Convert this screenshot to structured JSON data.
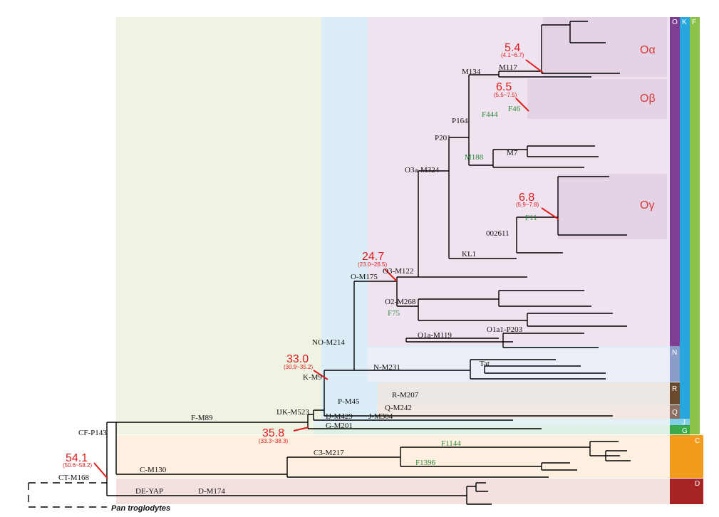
{
  "labels": {
    "cf_p143": "CF-P143",
    "ct_m168": "CT-M168",
    "f_m89": "F-M89",
    "c_m130": "C-M130",
    "c3_m217": "C3-M217",
    "de_yap": "DE-YAP",
    "d_m174": "D-M174",
    "ijk_m523": "IJK-M523",
    "ij_m429": "IJ-M429",
    "j_m304": "J-M304",
    "g_m201": "G-M201",
    "k_m9": "K-M9",
    "no_m214": "NO-M214",
    "p_m45": "P-M45",
    "r_m207": "R-M207",
    "q_m242": "Q-M242",
    "n_m231": "N-M231",
    "tat": "Tat",
    "o_m175": "O-M175",
    "o3_m122": "O3-M122",
    "o3a_m324": "O3a-M324",
    "p201": "P201",
    "p164": "P164",
    "m134": "M134",
    "m117": "M117",
    "m7": "M7",
    "kl1": "KL1",
    "n002611": "002611",
    "o2_m268": "O2-M268",
    "o1a_m119": "O1a-M119",
    "o1a1_p203": "O1a1-P203",
    "pan": "Pan troglodytes"
  },
  "green_labels": {
    "f444": "F444",
    "f46": "F46",
    "m188": "M188",
    "f11": "F11",
    "f75": "F75",
    "f1144": "F1144",
    "f1396": "F1396"
  },
  "dates": {
    "d541": {
      "value": "54.1",
      "range": "(50.6~58.2)"
    },
    "d358": {
      "value": "35.8",
      "range": "(33.3~38.3)"
    },
    "d330": {
      "value": "33.0",
      "range": "(30.9~35.2)"
    },
    "d247": {
      "value": "24.7",
      "range": "(23.0~26.5)"
    },
    "d54": {
      "value": "5.4",
      "range": "(4.1~6.7)"
    },
    "d65": {
      "value": "6.5",
      "range": "(5.5~7.5)"
    },
    "d68": {
      "value": "6.8",
      "range": "(5.9~7.8)"
    }
  },
  "subclades": {
    "oa": "Oα",
    "ob": "Oβ",
    "og": "Oγ"
  },
  "haplogroups": {
    "O": "O",
    "K": "K",
    "F": "F",
    "N": "N",
    "R": "R",
    "Q": "Q",
    "J": "J",
    "G": "G",
    "C": "C",
    "D": "D"
  },
  "colors": {
    "F": "#eef3e3",
    "K": "#dbeef7",
    "O": "#efe3ef",
    "subclade": "#e3d3e4",
    "N": "#ebeef7",
    "R": "#ece7e2",
    "Q": "#f3e7e1",
    "J": "#e4f0f3",
    "G": "#def1e4",
    "C": "#fdf0e0",
    "D": "#f4e1df",
    "bar_O": "#7d3f92",
    "bar_K": "#27a7dd",
    "bar_F": "#8bc34a",
    "bar_N": "#8a9cc8",
    "bar_R": "#6b4b2d",
    "bar_Q": "#8d6e63",
    "bar_J": "#81cfe6",
    "bar_G": "#39a94a",
    "bar_C": "#f29b1d",
    "bar_D": "#a82323",
    "date_red": "#e11b1b"
  }
}
